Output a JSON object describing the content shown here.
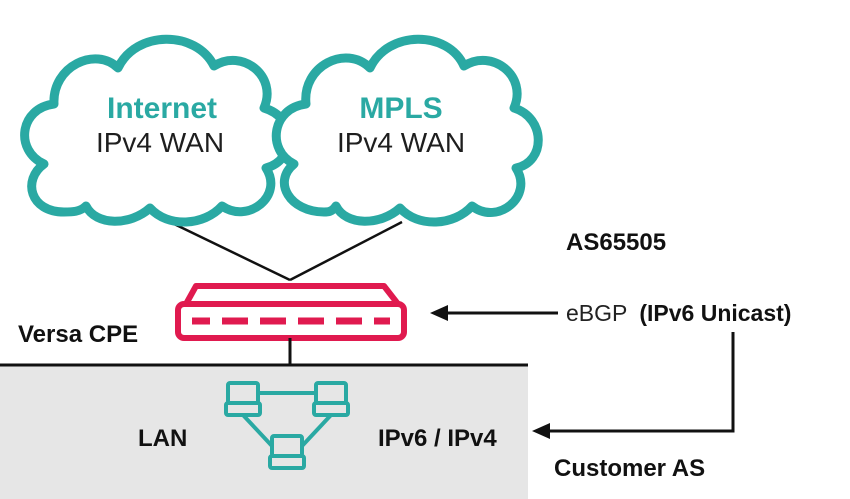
{
  "clouds": {
    "internet": {
      "title": "Internet",
      "subtitle": "IPv4 WAN"
    },
    "mpls": {
      "title": "MPLS",
      "subtitle": "IPv4 WAN"
    }
  },
  "labels": {
    "as_number": "AS65505",
    "ebgp_prefix": "eBGP",
    "ebgp_detail": "(IPv6 Unicast)",
    "cpe": "Versa CPE",
    "lan": "LAN",
    "ip_versions": "IPv6 / IPv4",
    "customer_as": "Customer AS"
  },
  "colors": {
    "cloud_teal": "#2aa9a3",
    "cpe_red": "#e01a4f",
    "lan_gray": "#e6e6e6",
    "lines": "#111111"
  },
  "icons": {
    "cpe": "router-icon",
    "lan": "network-topology-icon"
  }
}
